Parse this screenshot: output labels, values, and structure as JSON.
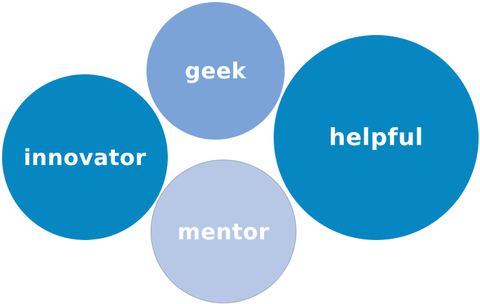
{
  "bubbles": [
    {
      "label": "innovator",
      "color": "#0787c2"
    },
    {
      "label": "geek",
      "color": "#7ba3d8"
    },
    {
      "label": "mentor",
      "color": "#b6c8e6"
    },
    {
      "label": "helpful",
      "color": "#0787c2"
    }
  ]
}
